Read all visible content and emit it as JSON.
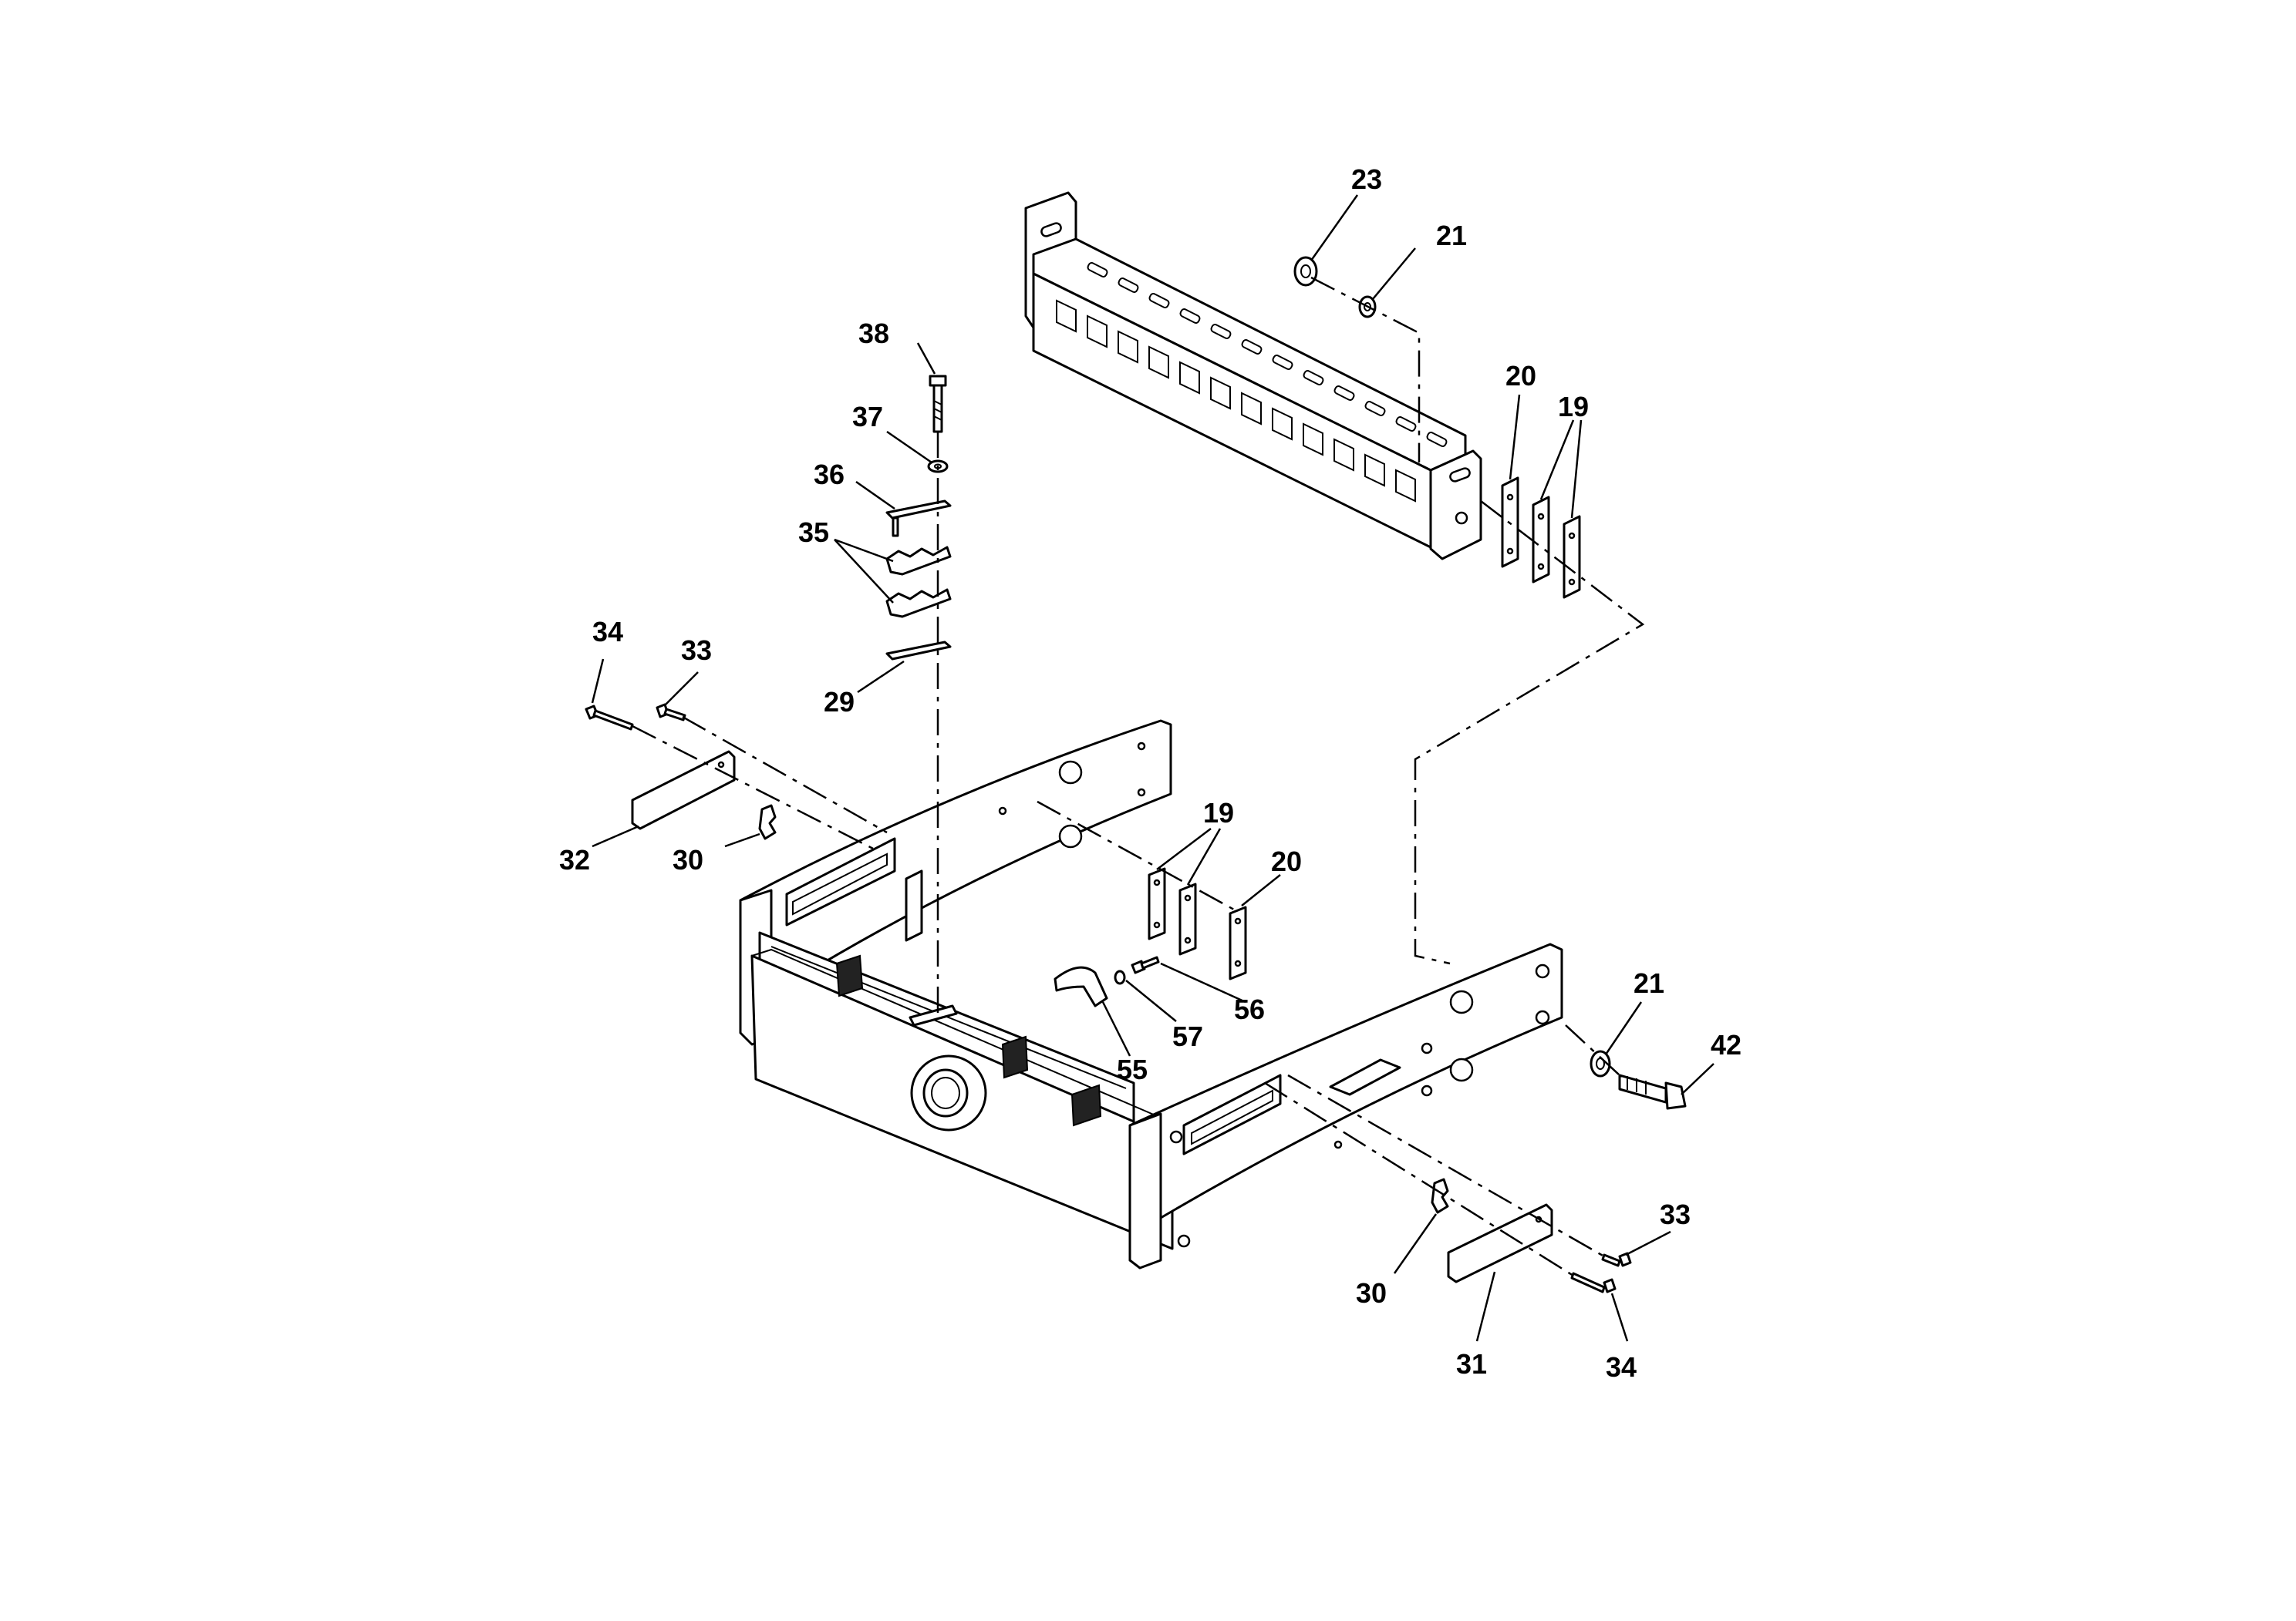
{
  "callouts": [
    {
      "id": "c23",
      "label": "23"
    },
    {
      "id": "c21a",
      "label": "21"
    },
    {
      "id": "c20a",
      "label": "20"
    },
    {
      "id": "c19a",
      "label": "19"
    },
    {
      "id": "c38",
      "label": "38"
    },
    {
      "id": "c37",
      "label": "37"
    },
    {
      "id": "c36",
      "label": "36"
    },
    {
      "id": "c35",
      "label": "35"
    },
    {
      "id": "c29",
      "label": "29"
    },
    {
      "id": "c34a",
      "label": "34"
    },
    {
      "id": "c33a",
      "label": "33"
    },
    {
      "id": "c32",
      "label": "32"
    },
    {
      "id": "c30a",
      "label": "30"
    },
    {
      "id": "c19b",
      "label": "19"
    },
    {
      "id": "c20b",
      "label": "20"
    },
    {
      "id": "c56",
      "label": "56"
    },
    {
      "id": "c57",
      "label": "57"
    },
    {
      "id": "c55",
      "label": "55"
    },
    {
      "id": "c21b",
      "label": "21"
    },
    {
      "id": "c42",
      "label": "42"
    },
    {
      "id": "c33b",
      "label": "33"
    },
    {
      "id": "c30b",
      "label": "30"
    },
    {
      "id": "c31",
      "label": "31"
    },
    {
      "id": "c34b",
      "label": "34"
    }
  ]
}
